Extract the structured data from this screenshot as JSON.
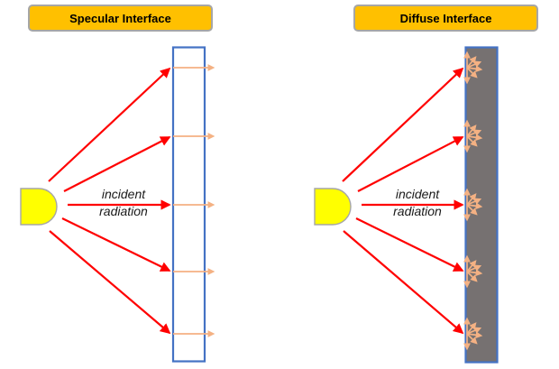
{
  "diagram": {
    "panels": [
      {
        "id": "specular",
        "title": "Specular Interface",
        "caption_line1": "incident",
        "caption_line2": "radiation",
        "incident_ray_count": 5,
        "transmitted_ray_count": 5
      },
      {
        "id": "diffuse",
        "title": "Diffuse Interface",
        "caption_line1": "incident",
        "caption_line2": "radiation",
        "incident_ray_count": 5,
        "scatter_burst_count": 5
      }
    ],
    "colors": {
      "banner_fill": "#FFC000",
      "banner_border": "#A6A6A6",
      "banner_text": "#000000",
      "incident_arrow": "#FF0000",
      "transmitted_arrow": "#F4B183",
      "scatter_arrow": "#F4B183",
      "interface_border": "#4472C4",
      "specular_fill": "#FFFFFF",
      "diffuse_fill": "#767171",
      "light_source_fill": "#FFFF00",
      "light_source_border": "#A6A6A6",
      "background": "#FFFFFF"
    }
  }
}
